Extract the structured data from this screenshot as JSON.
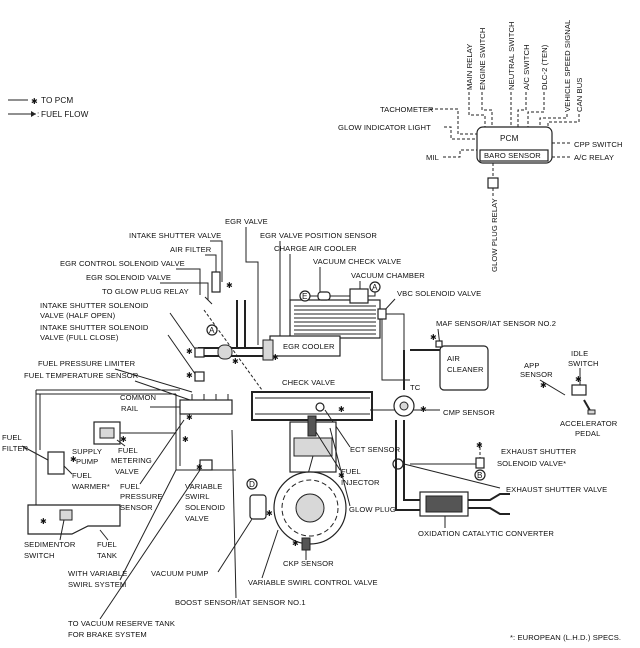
{
  "legend": {
    "to_pcm": "TO PCM",
    "fuel_flow": "FUEL FLOW"
  },
  "pcm": {
    "title": "PCM",
    "baro": "BARO SENSOR",
    "top_inputs": [
      "MAIN RELAY",
      "ENGINE SWITCH",
      "NEUTRAL SWITCH",
      "A/C SWITCH",
      "DLC-2 (TEN)",
      "VEHICLE SPEED SIGNAL",
      "CAN BUS"
    ],
    "left_inputs": [
      "TACHOMETER",
      "GLOW INDICATOR LIGHT",
      "MIL"
    ],
    "right_inputs": [
      "CPP SWITCH",
      "A/C RELAY"
    ],
    "bottom": "GLOW PLUG RELAY"
  },
  "labels": {
    "egr_valve": "EGR VALVE",
    "intake_shutter_valve": "INTAKE SHUTTER VALVE",
    "egr_valve_position_sensor": "EGR VALVE POSITION SENSOR",
    "air_filter": "AIR FILTER",
    "charge_air_cooler": "CHARGE AIR COOLER",
    "egr_control_solenoid_valve": "EGR CONTROL SOLENOID VALVE",
    "vacuum_check_valve": "VACUUM CHECK VALVE",
    "egr_solenoid_valve": "EGR SOLENOID VALVE",
    "vacuum_chamber": "VACUUM CHAMBER",
    "to_glow_plug_relay": "TO GLOW PLUG RELAY",
    "vbc_solenoid_valve": "VBC SOLENOID VALVE",
    "is_sol_half_1": "INTAKE SHUTTER SOLENOID",
    "is_sol_half_2": "VALVE (HALF OPEN)",
    "is_sol_full_1": "INTAKE SHUTTER SOLENOID",
    "is_sol_full_2": "VALVE (FULL CLOSE)",
    "maf_sensor": "MAF SENSOR/IAT SENSOR NO.2",
    "egr_cooler": "EGR COOLER",
    "fuel_pressure_limiter": "FUEL PRESSURE LIMITER",
    "fuel_temperature_sensor": "FUEL TEMPERATURE SENSOR",
    "air": "AIR",
    "cleaner": "CLEANER",
    "check_valve": "CHECK VALVE",
    "app_sensor_1": "APP",
    "app_sensor_2": "SENSOR",
    "idle_switch_1": "IDLE",
    "idle_switch_2": "SWITCH",
    "common_1": "COMMON",
    "common_2": "RAIL",
    "tc": "TC",
    "accelerator_1": "ACCELERATOR",
    "accelerator_2": "PEDAL",
    "cmp_sensor": "CMP SENSOR",
    "fuel_filter_1": "FUEL",
    "fuel_filter_2": "FILTER",
    "ect_sensor": "ECT SENSOR",
    "exhaust_shutter_sol_1": "EXHAUST SHUTTER",
    "exhaust_shutter_sol_2": "SOLENOID VALVE*",
    "supply_1": "SUPPLY",
    "supply_2": "PUMP",
    "fuel_metering_1": "FUEL",
    "fuel_metering_2": "METERING",
    "fuel_metering_3": "VALVE",
    "fuel_injector_1": "FUEL",
    "fuel_injector_2": "INJECTOR",
    "fuel_warmer_1": "FUEL",
    "fuel_warmer_2": "WARMER*",
    "fuel_pressure_1": "FUEL",
    "fuel_pressure_2": "PRESSURE",
    "fuel_pressure_3": "SENSOR",
    "variable_swirl_1": "VARIABLE",
    "variable_swirl_2": "SWIRL",
    "variable_swirl_3": "SOLENOID",
    "variable_swirl_4": "VALVE",
    "exhaust_shutter_valve": "EXHAUST SHUTTER VALVE",
    "glow_plug": "GLOW PLUG",
    "oxidation": "OXIDATION CATALYTIC CONVERTER",
    "sedimentor_1": "SEDIMENTOR",
    "sedimentor_2": "SWITCH",
    "fuel_tank_1": "FUEL",
    "fuel_tank_2": "TANK",
    "with_variable_1": "WITH VARIABLE",
    "with_variable_2": "SWIRL SYSTEM",
    "vacuum_pump": "VACUUM PUMP",
    "ckp_sensor": "CKP SENSOR",
    "variable_swirl_control_valve": "VARIABLE SWIRL CONTROL VALVE",
    "boost_sensor": "BOOST SENSOR/IAT SENSOR NO.1",
    "to_vacuum_1": "TO VACUUM RESERVE TANK",
    "to_vacuum_2": "FOR BRAKE SYSTEM",
    "footnote": "*: EUROPEAN (L.H.D.) SPECS."
  },
  "markers": {
    "asterisk": "✱",
    "a": "A",
    "b": "B",
    "e": "E",
    "d": "D"
  }
}
